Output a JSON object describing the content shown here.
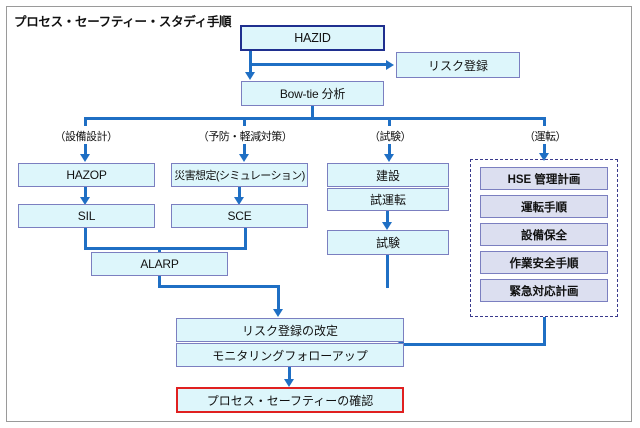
{
  "diagram": {
    "title": "プロセス・セーフティー・スタディ手順",
    "accent_line_color": "#1f6fc4",
    "node_fill": "#ddf6fb",
    "node_border": "#7b7fc0",
    "hazid_border": "#1f2f8f",
    "confirm_border": "#e02020",
    "group_fill": "#dcdff0",
    "group_dash_border": "#3a3a8c"
  },
  "nodes": {
    "hazid": "HAZID",
    "risk_register": "リスク登録",
    "bowtie": "Bow-tie 分析",
    "hazop": "HAZOP",
    "sil": "SIL",
    "disaster_sim": "災害想定(シミュレーション)",
    "sce": "SCE",
    "alarp": "ALARP",
    "construction": "建設",
    "commissioning": "試運転",
    "testing": "試験",
    "risk_register_revision": "リスク登録の改定",
    "monitoring_followup": "モニタリングフォローアップ",
    "process_safety_confirm": "プロセス・セーフティーの確認"
  },
  "captions": {
    "equipment_design": "（設備設計）",
    "prevention_mitigation": "（予防・軽減対策）",
    "test": "（試験）",
    "operation": "（運転）"
  },
  "operation_group": {
    "items": [
      {
        "label": "HSE 管理計画"
      },
      {
        "label": "運転手順"
      },
      {
        "label": "設備保全"
      },
      {
        "label": "作業安全手順"
      },
      {
        "label": "緊急対応計画"
      }
    ]
  }
}
